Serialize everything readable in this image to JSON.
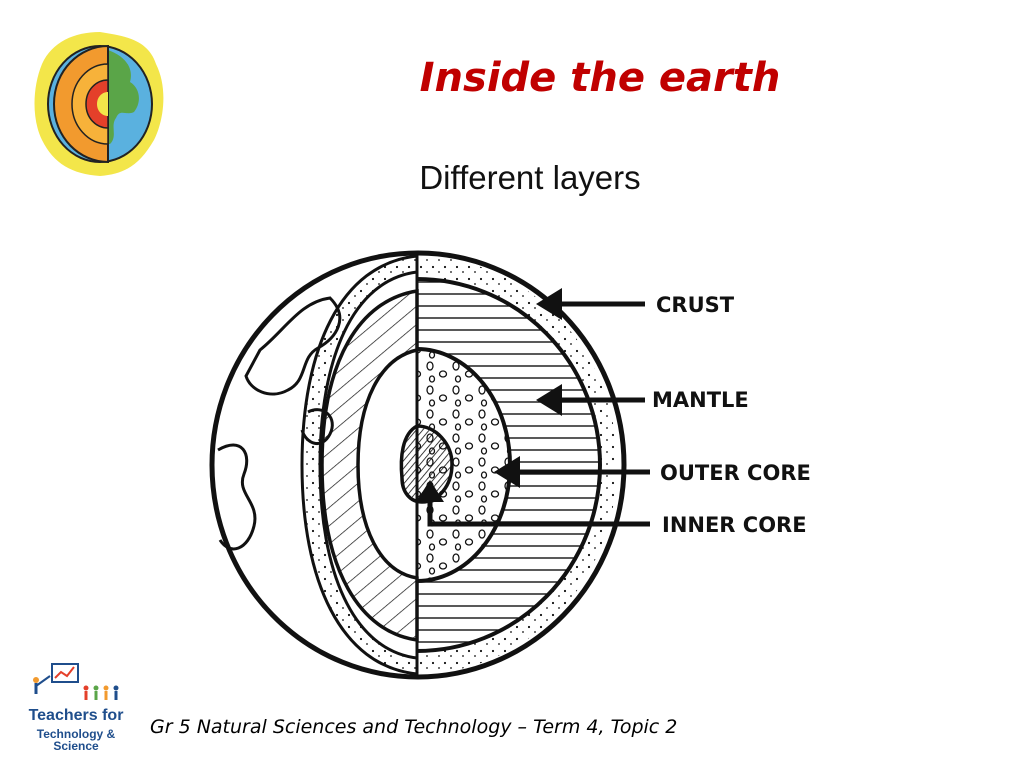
{
  "slide": {
    "title": "Inside the earth",
    "subtitle": "Different layers",
    "footer": "Gr 5 Natural Sciences and Technology – Term 4, Topic 2",
    "brand": {
      "line1": "Teachers for",
      "line2": "Technology & Science"
    }
  },
  "diagram": {
    "labels": {
      "crust": "CRUST",
      "mantle": "MANTLE",
      "outer_core": "OUTER CORE",
      "inner_core": "INNER CORE"
    }
  },
  "colors": {
    "title": "#c00000",
    "logo_sun": "#f3e64a",
    "logo_mantle": "#f29a2e",
    "logo_core": "#e4402a",
    "logo_ocean": "#5ab1df",
    "logo_land": "#5aa548",
    "brand_text": "#1f4e8c"
  }
}
